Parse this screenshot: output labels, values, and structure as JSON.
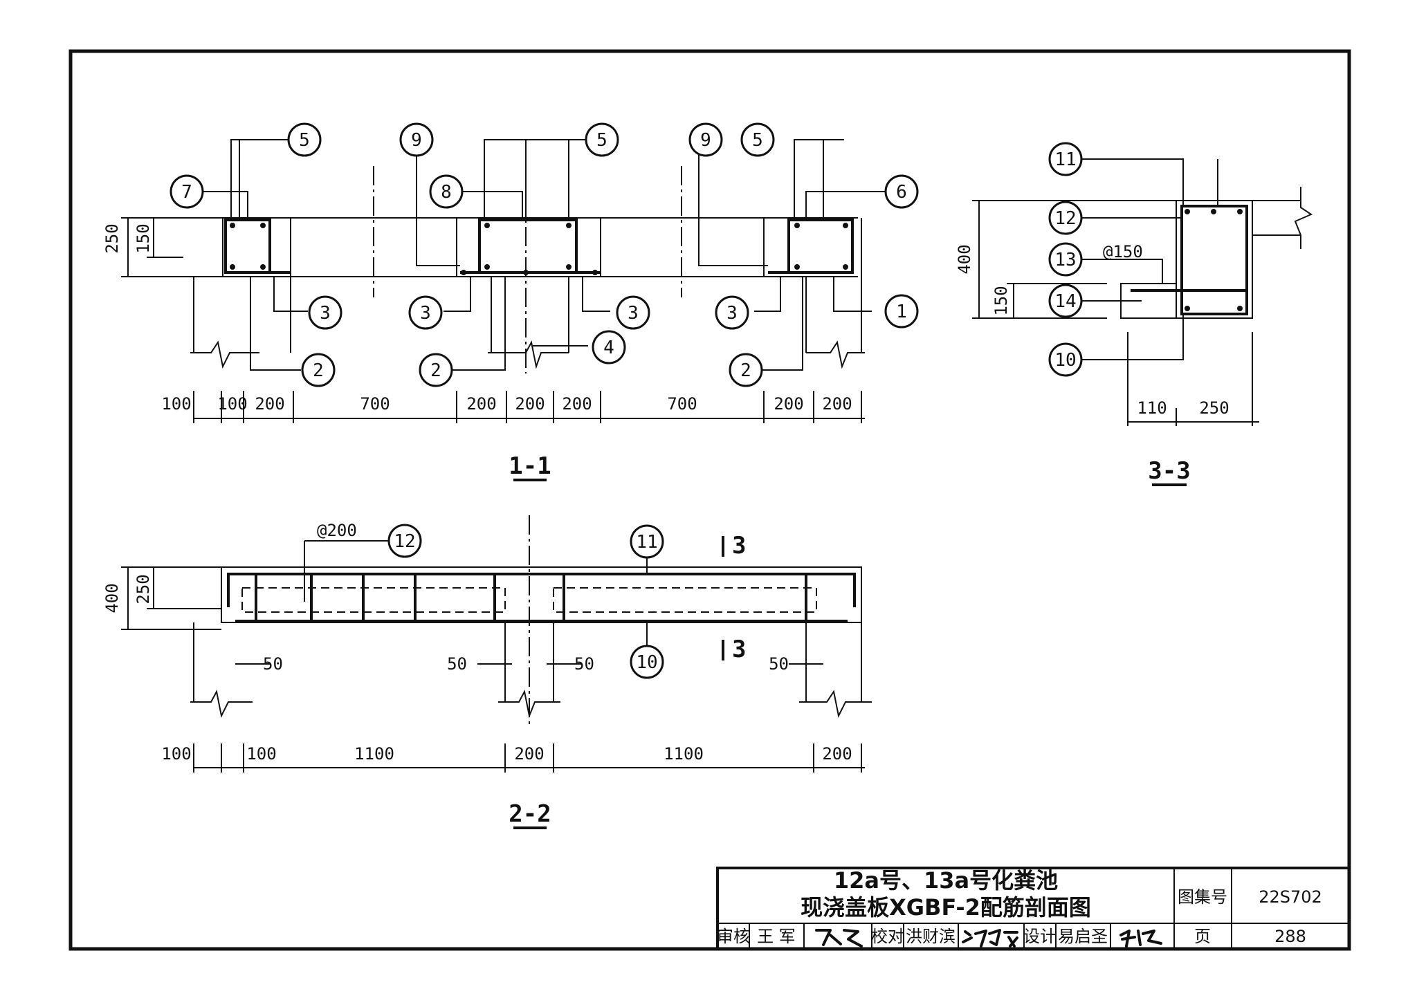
{
  "sections": {
    "s11": "1-1",
    "s22": "2-2",
    "s33": "3-3"
  },
  "section_marks": {
    "top": "3",
    "bottom": "3"
  },
  "bubbles": {
    "s11": [
      "5",
      "9",
      "5",
      "9",
      "5",
      "7",
      "8",
      "6",
      "3",
      "3",
      "3",
      "3",
      "1",
      "4",
      "2",
      "2",
      "2"
    ],
    "s22": [
      "12",
      "11",
      "10"
    ],
    "s33": [
      "11",
      "12",
      "13",
      "14",
      "10"
    ]
  },
  "notes": {
    "at150": "@150",
    "at200": "@200"
  },
  "dims": {
    "s11_h": [
      "250",
      "150"
    ],
    "s11_w": [
      "100",
      "100",
      "200",
      "700",
      "200",
      "200",
      "200",
      "700",
      "200",
      "200"
    ],
    "s22_h": [
      "400",
      "250"
    ],
    "s22_w": [
      "100",
      "100",
      "1100",
      "200",
      "1100",
      "200"
    ],
    "s22_50": [
      "50",
      "50",
      "50",
      "50"
    ],
    "s33_h": [
      "400",
      "150"
    ],
    "s33_w": [
      "110",
      "250"
    ]
  },
  "title_block": {
    "title_line1": "12a号、13a号化粪池",
    "title_line2": "现浇盖板XGBF-2配筋剖面图",
    "atlas_label": "图集号",
    "atlas_no": "22S702",
    "page_label": "页",
    "page_no": "288",
    "review_label": "审核",
    "reviewer": "王 军",
    "check_label": "校对",
    "checker": "洪财滨",
    "design_label": "设计",
    "designer": "易启圣"
  }
}
